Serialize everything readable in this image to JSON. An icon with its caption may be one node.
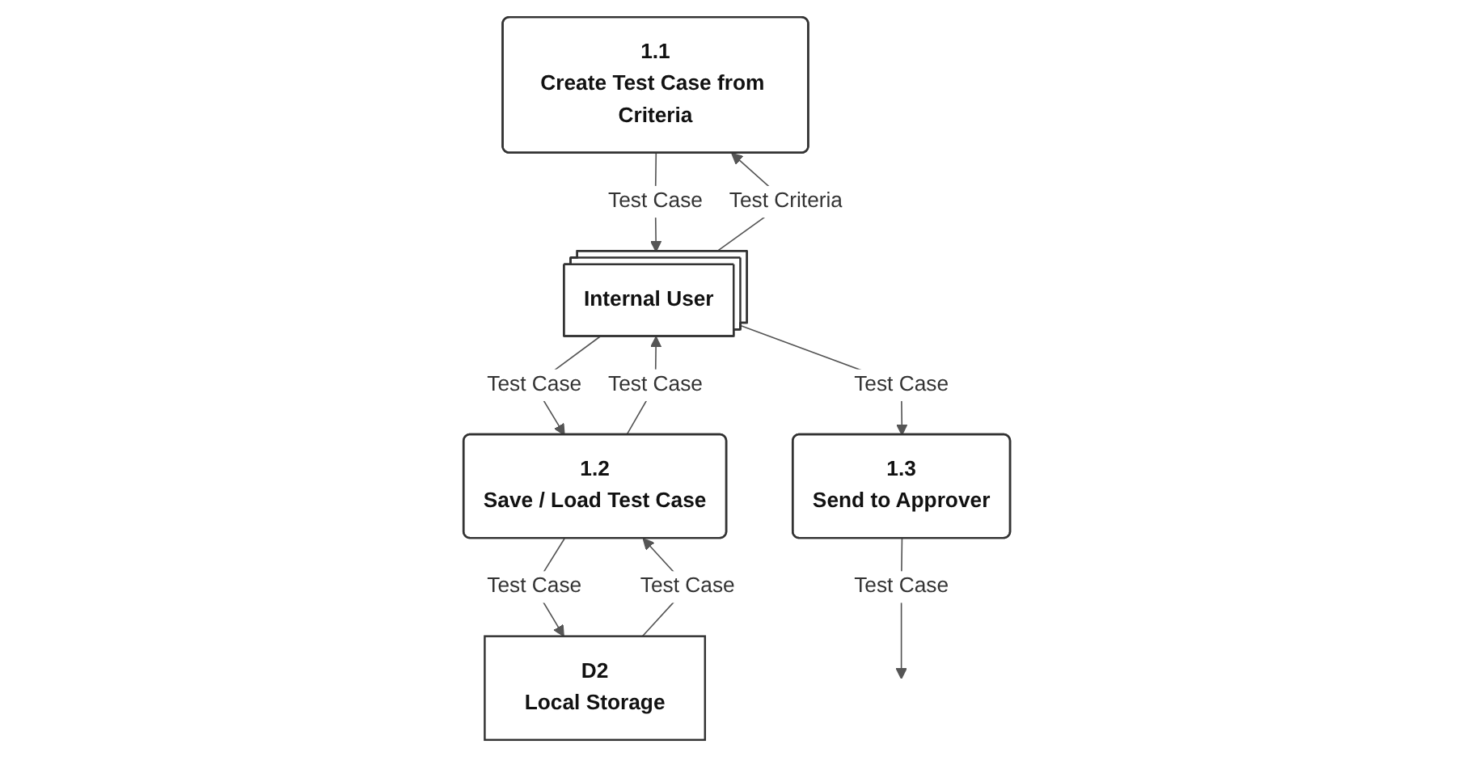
{
  "diagram": {
    "nodes": [
      {
        "text": [
          "1.1",
          "Create Test Case from Criteria"
        ]
      },
      {
        "text": [
          "Internal User"
        ]
      },
      {
        "text": [
          "1.2",
          "Save / Load Test Case"
        ]
      },
      {
        "text": [
          "1.3",
          "Send to Approver"
        ]
      },
      {
        "text": [
          "D2",
          "Local Storage"
        ]
      }
    ],
    "edges": [
      {
        "from": 1,
        "to": 0,
        "arrow": "to",
        "label": "Test Criteria"
      },
      {
        "from": 0,
        "to": 1,
        "arrow": "to",
        "label": "Test Case"
      },
      {
        "from": 1,
        "to": 2,
        "arrow": "to",
        "label": "Test Case"
      },
      {
        "from": 2,
        "to": 1,
        "arrow": "to",
        "label": "Test Case"
      },
      {
        "from": 1,
        "to": 3,
        "arrow": "to",
        "label": "Test Case"
      },
      {
        "from": 2,
        "to": 4,
        "arrow": "to",
        "label": "Test Case"
      },
      {
        "from": 4,
        "to": 2,
        "arrow": "to",
        "label": "Test Case"
      },
      {
        "from": 3,
        "to": null,
        "arrow": "to",
        "label": "Test Case"
      }
    ]
  }
}
